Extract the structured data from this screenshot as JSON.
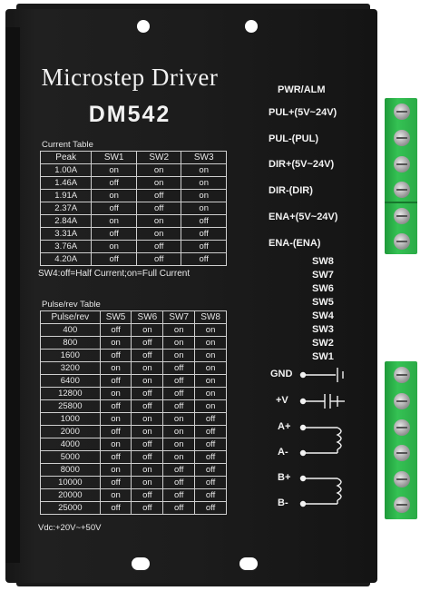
{
  "title": "Microstep Driver",
  "model": "DM542",
  "current_table": {
    "caption": "Current Table",
    "headers": [
      "Peak",
      "SW1",
      "SW2",
      "SW3"
    ],
    "rows": [
      [
        "1.00A",
        "on",
        "on",
        "on"
      ],
      [
        "1.46A",
        "off",
        "on",
        "on"
      ],
      [
        "1.91A",
        "on",
        "off",
        "on"
      ],
      [
        "2.37A",
        "off",
        "off",
        "on"
      ],
      [
        "2.84A",
        "on",
        "on",
        "off"
      ],
      [
        "3.31A",
        "off",
        "on",
        "off"
      ],
      [
        "3.76A",
        "on",
        "off",
        "off"
      ],
      [
        "4.20A",
        "off",
        "off",
        "off"
      ]
    ]
  },
  "sw4_note": "SW4:off=Half Current;on=Full Current",
  "pulse_table": {
    "caption": "Pulse/rev Table",
    "headers": [
      "Pulse/rev",
      "SW5",
      "SW6",
      "SW7",
      "SW8"
    ],
    "rows": [
      [
        "400",
        "off",
        "on",
        "on",
        "on"
      ],
      [
        "800",
        "on",
        "off",
        "on",
        "on"
      ],
      [
        "1600",
        "off",
        "off",
        "on",
        "on"
      ],
      [
        "3200",
        "on",
        "on",
        "off",
        "on"
      ],
      [
        "6400",
        "off",
        "on",
        "off",
        "on"
      ],
      [
        "12800",
        "on",
        "off",
        "off",
        "on"
      ],
      [
        "25800",
        "off",
        "off",
        "off",
        "on"
      ],
      [
        "1000",
        "on",
        "on",
        "on",
        "off"
      ],
      [
        "2000",
        "off",
        "on",
        "on",
        "off"
      ],
      [
        "4000",
        "on",
        "off",
        "on",
        "off"
      ],
      [
        "5000",
        "off",
        "off",
        "on",
        "off"
      ],
      [
        "8000",
        "on",
        "on",
        "off",
        "off"
      ],
      [
        "10000",
        "off",
        "on",
        "off",
        "off"
      ],
      [
        "20000",
        "on",
        "off",
        "off",
        "off"
      ],
      [
        "25000",
        "off",
        "off",
        "off",
        "off"
      ]
    ]
  },
  "vdc": "Vdc:+20V~+50V",
  "signal_labels": {
    "pwr_alm": "PWR/ALM",
    "pul_plus": "PUL+(5V~24V)",
    "pul_minus": "PUL-(PUL)",
    "dir_plus": "DIR+(5V~24V)",
    "dir_minus": "DIR-(DIR)",
    "ena_plus": "ENA+(5V~24V)",
    "ena_minus": "ENA-(ENA)"
  },
  "switches": [
    "SW8",
    "SW7",
    "SW6",
    "SW5",
    "SW4",
    "SW3",
    "SW2",
    "SW1"
  ],
  "power_labels": {
    "gnd": "GND",
    "vplus": "+V",
    "a_plus": "A+",
    "a_minus": "A-",
    "b_plus": "B+",
    "b_minus": "B-"
  },
  "colors": {
    "housing": "#1c1c1c",
    "terminal": "#2fb64e",
    "print": "#f2f2f2"
  }
}
